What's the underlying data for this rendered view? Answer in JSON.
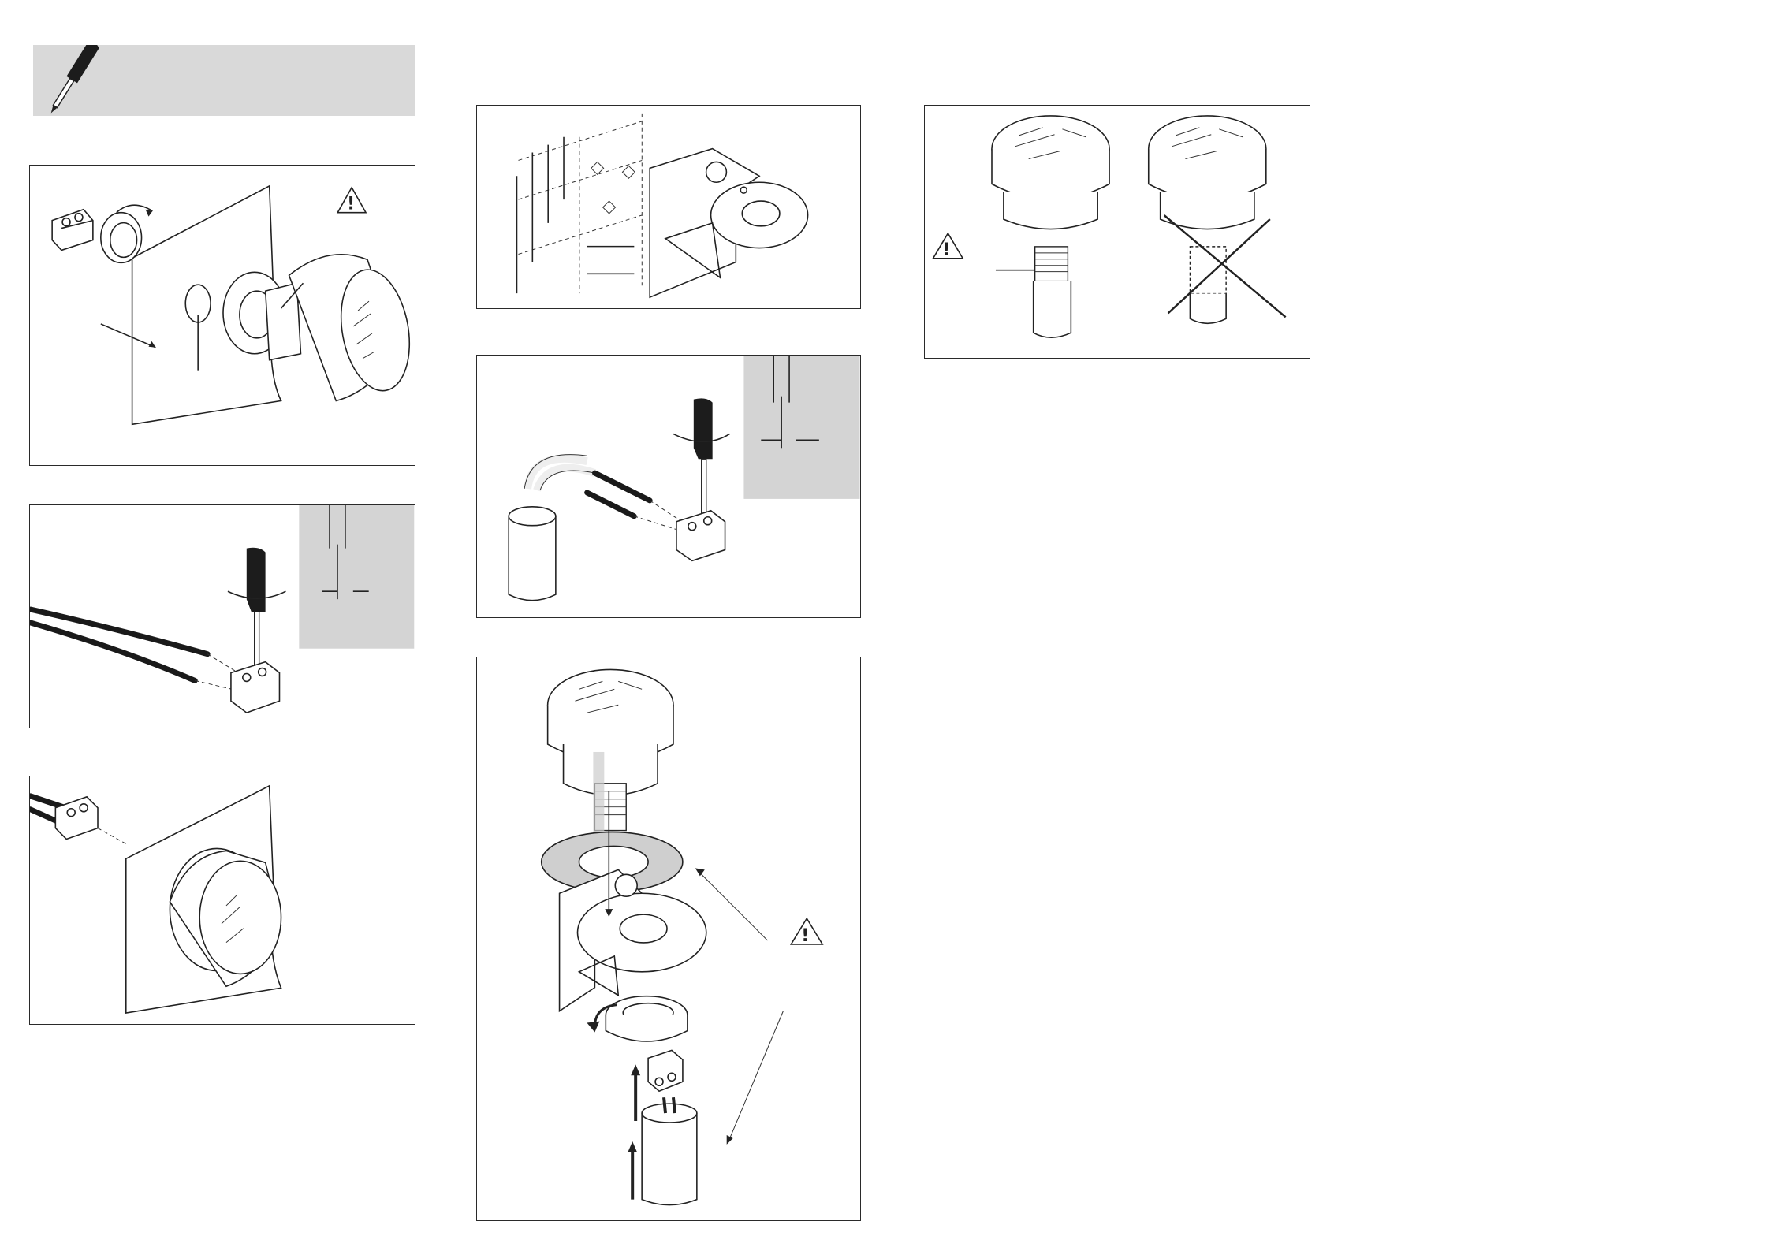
{
  "document": {
    "type": "installation-instructions",
    "tool": {
      "icon": "screwdriver-icon"
    },
    "warning_icon": "warning-triangle-icon",
    "warning_symbol": "!",
    "colors": {
      "line": "#222222",
      "inset": "#d4d4d4",
      "toolbar": "#d9d9d9",
      "background": "#ffffff"
    },
    "steps": [
      {
        "id": "panel-mount",
        "icons": [
          "terminal-block-icon",
          "lock-ring-icon",
          "buzzer-icon",
          "warning-triangle-icon"
        ]
      },
      {
        "id": "wire-terminal",
        "icons": [
          "screwdriver-icon",
          "wire-icon",
          "terminal-block-icon"
        ]
      },
      {
        "id": "connect-panel",
        "icons": [
          "terminal-block-icon",
          "buzzer-icon"
        ]
      },
      {
        "id": "bracket-drilling",
        "icons": [
          "bracket-icon",
          "dimension-icon"
        ]
      },
      {
        "id": "wire-cable",
        "icons": [
          "cable-gland-icon",
          "screwdriver-icon",
          "terminal-block-icon"
        ]
      },
      {
        "id": "bracket-assembly",
        "icons": [
          "buzzer-icon",
          "gasket-icon",
          "bracket-icon",
          "lock-ring-icon",
          "warning-triangle-icon"
        ]
      },
      {
        "id": "thread-check",
        "icons": [
          "buzzer-icon",
          "cross-icon",
          "warning-triangle-icon"
        ]
      }
    ]
  }
}
